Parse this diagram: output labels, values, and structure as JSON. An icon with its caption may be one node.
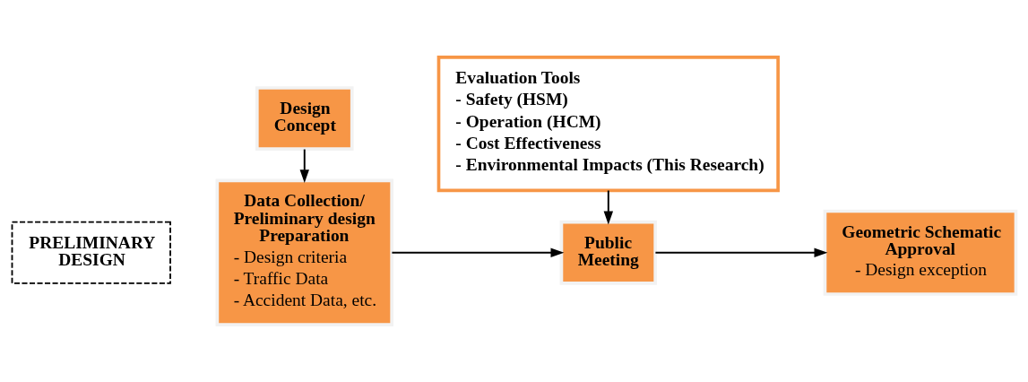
{
  "diagram": {
    "nodes": [
      {
        "text": [
          "PRELIMINARY DESIGN"
        ]
      },
      {
        "text": [
          "Design Concept"
        ]
      },
      {
        "text": [
          "Evaluation Tools",
          "- Safety (HSM)",
          "- Operation (HCM)",
          "- Cost Effectiveness",
          "- Environmental Impacts (This Research)"
        ]
      },
      {
        "text": [
          "Data Collection/ Preliminary design Preparation",
          "- Design criteria",
          "- Traffic Data",
          "- Accident Data, etc."
        ]
      },
      {
        "text": [
          "Public Meeting"
        ]
      },
      {
        "text": [
          "Geometric Schematic Approval",
          "- Design exception"
        ]
      }
    ],
    "edges": [
      {
        "from": 1,
        "to": 3,
        "arrow": "to"
      },
      {
        "from": 3,
        "to": 4,
        "arrow": "to"
      },
      {
        "from": 2,
        "to": 4,
        "arrow": "to"
      },
      {
        "from": 4,
        "to": 5,
        "arrow": "to"
      }
    ]
  }
}
